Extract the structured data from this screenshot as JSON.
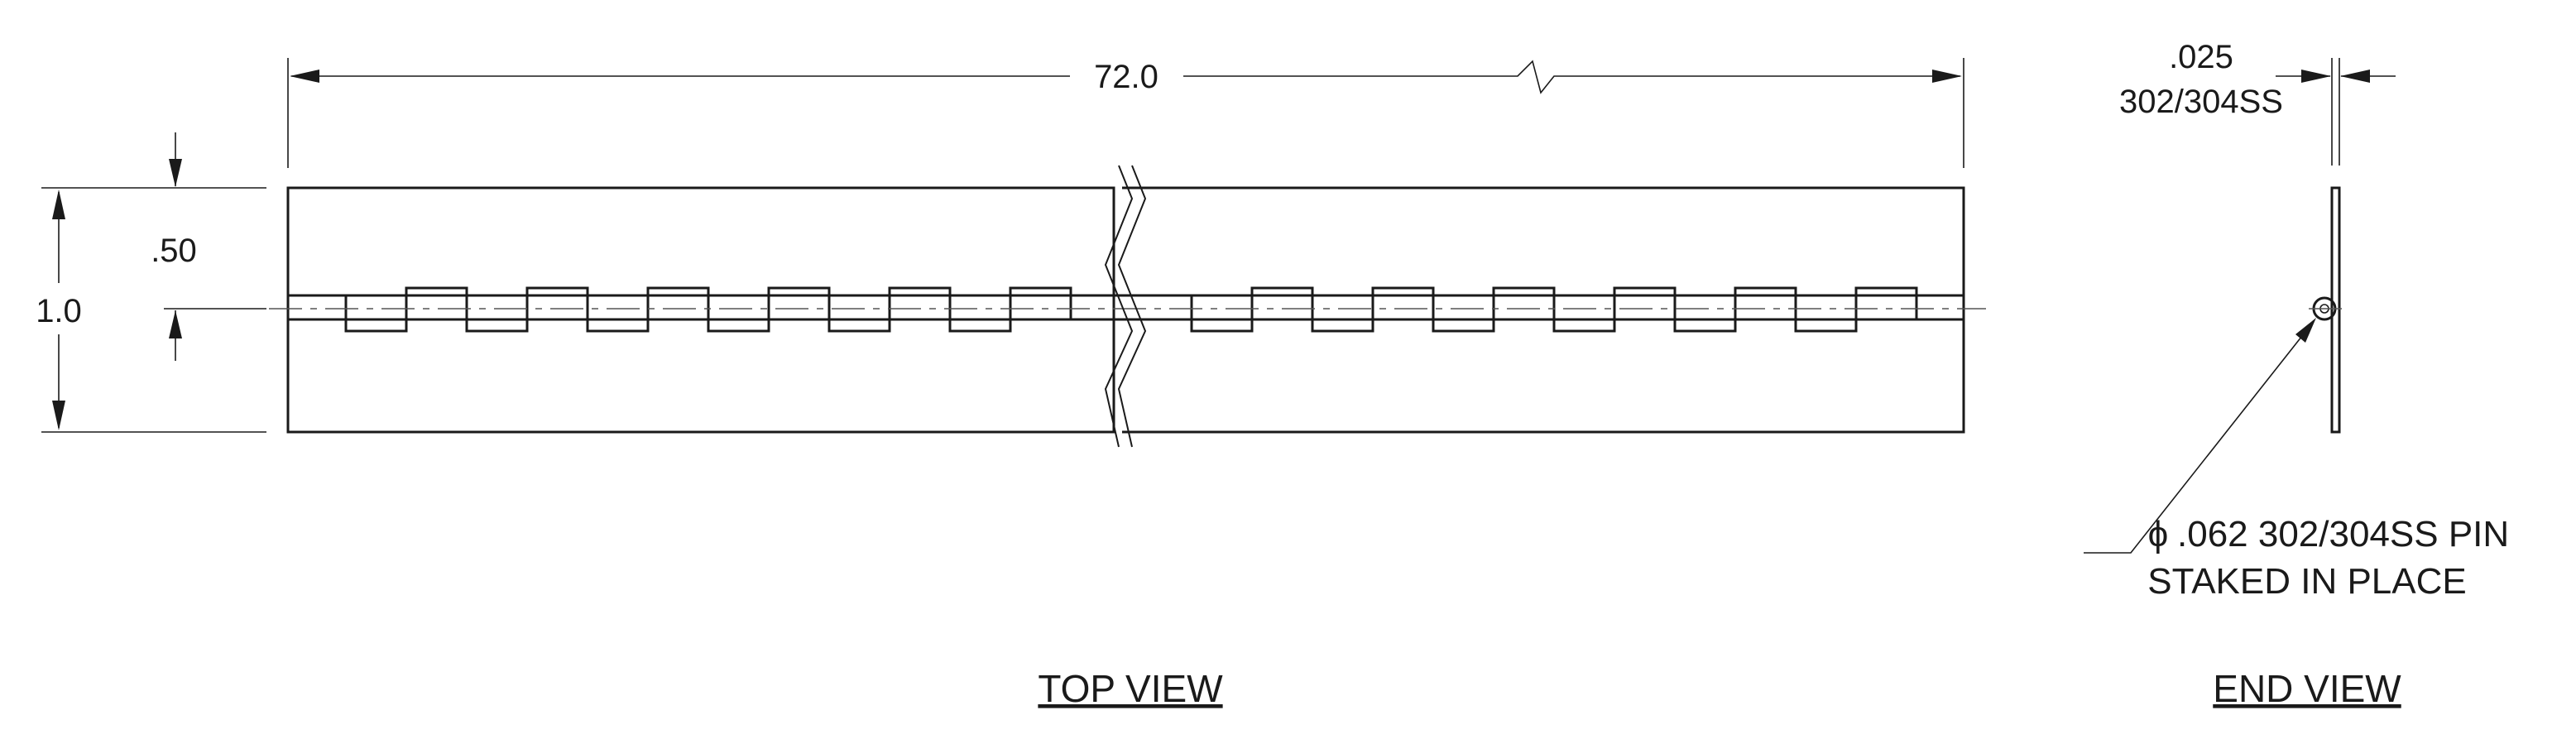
{
  "top_view": {
    "length_dim": "72.0",
    "width_dim": "1.0",
    "half_width_dim": ".50",
    "caption": "TOP VIEW"
  },
  "end_view": {
    "thickness_dim": ".025",
    "thickness_material": "302/304SS",
    "pin_symbol": "ϕ",
    "pin_note_line1": ".062 302/304SS PIN",
    "pin_note_line2": "STAKED IN PLACE",
    "caption": "END VIEW"
  }
}
